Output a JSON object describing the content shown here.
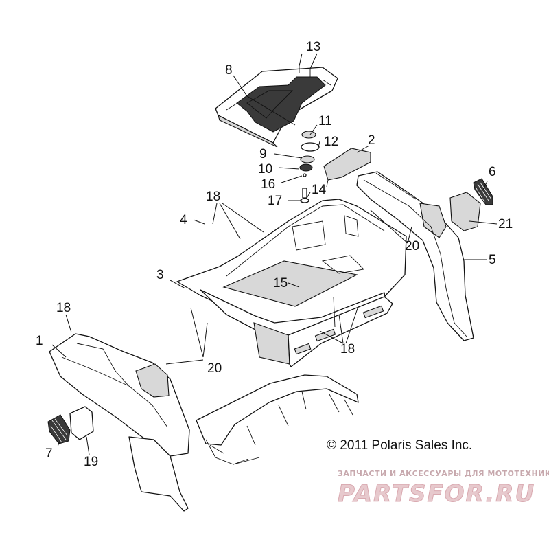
{
  "diagram": {
    "copyright": "© 2011 Polaris Sales Inc.",
    "watermark": {
      "tagline": "ЗАПЧАСТИ И АКСЕССУАРЫ ДЛЯ МОТОТЕХНИКИ",
      "logo_text": "PARTSFOR.RU"
    },
    "callouts": [
      "1",
      "2",
      "3",
      "4",
      "5",
      "6",
      "7",
      "8",
      "9",
      "10",
      "11",
      "12",
      "13",
      "14",
      "15",
      "16",
      "17",
      "18",
      "18",
      "18",
      "19",
      "20",
      "20",
      "21"
    ]
  }
}
